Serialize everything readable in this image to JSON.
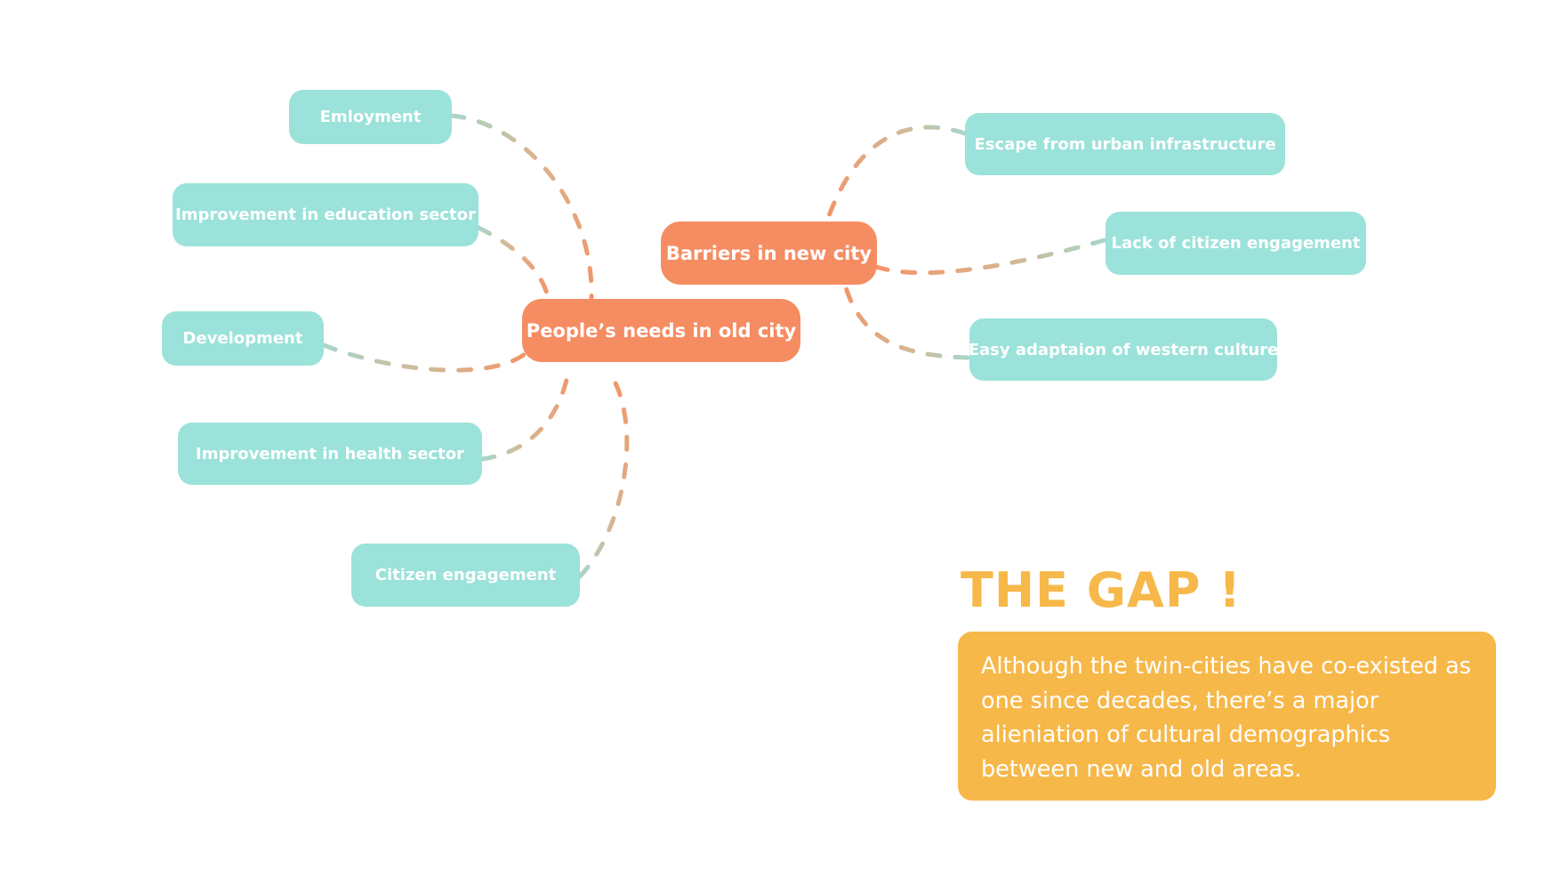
{
  "mind_map": {
    "hubs": {
      "old_city": {
        "label": "People’s needs in old city"
      },
      "new_city": {
        "label": "Barriers in new city"
      }
    },
    "old_city_needs": [
      {
        "label": "Emloyment"
      },
      {
        "label": "Improvement in education sector"
      },
      {
        "label": "Development"
      },
      {
        "label": "Improvement in health sector"
      },
      {
        "label": "Citizen engagement"
      }
    ],
    "new_city_barriers": [
      {
        "label": "Escape from urban infrastructure"
      },
      {
        "label": "Lack of citizen engagement"
      },
      {
        "label": "Easy adaptaion of western culture"
      }
    ]
  },
  "gap": {
    "title": "THE GAP !",
    "text": "Although the twin-cities have co-existed as one since decades, there’s a major alieniation of cultural demographics between new and old areas."
  },
  "colors": {
    "leaf": "#9be2da",
    "hub": "#f68c62",
    "gap": "#f7b84a",
    "link_orange": "#f39468",
    "link_tan": "#d8b48f",
    "link_mint": "#a9d6c8"
  }
}
